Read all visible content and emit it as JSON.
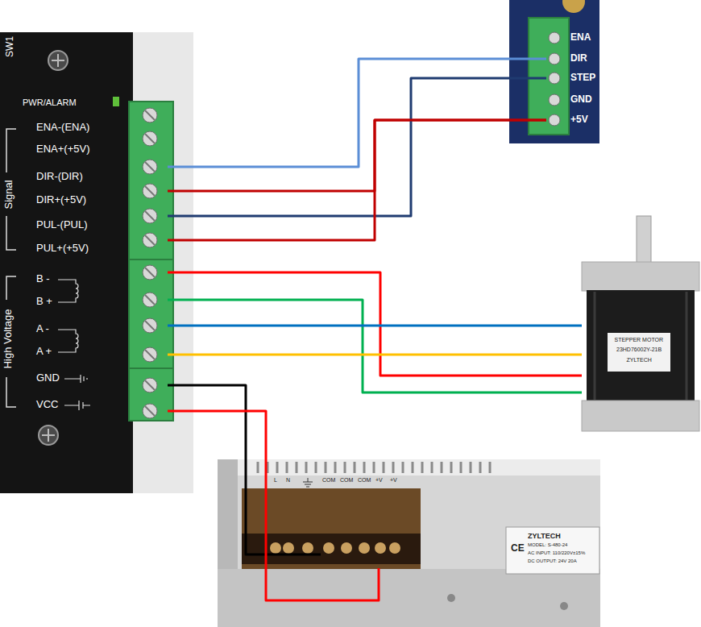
{
  "diagram": {
    "nodes": [
      {
        "text": [
          "SW1",
          "PWR/ALARM",
          "Signal",
          "High Voltage"
        ]
      },
      {
        "text": [
          "ENA-(ENA)"
        ],
        "in": 0
      },
      {
        "text": [
          "ENA+(+5V)"
        ],
        "in": 0
      },
      {
        "text": [
          "DIR-(DIR)"
        ],
        "in": 0
      },
      {
        "text": [
          "DIR+(+5V)"
        ],
        "in": 0
      },
      {
        "text": [
          "PUL-(PUL)"
        ],
        "in": 0
      },
      {
        "text": [
          "PUL+(+5V)"
        ],
        "in": 0
      },
      {
        "text": [
          "B -"
        ],
        "in": 0
      },
      {
        "text": [
          "B +"
        ],
        "in": 0
      },
      {
        "text": [
          "A -"
        ],
        "in": 0
      },
      {
        "text": [
          "A +"
        ],
        "in": 0
      },
      {
        "text": [
          "GND"
        ],
        "in": 0
      },
      {
        "text": [
          "VCC"
        ],
        "in": 0
      },
      {
        "text": [
          "ENA"
        ]
      },
      {
        "text": [
          "DIR"
        ]
      },
      {
        "text": [
          "STEP"
        ]
      },
      {
        "text": [
          "GND"
        ]
      },
      {
        "text": [
          "+5V"
        ]
      },
      {
        "text": [
          "STEPPER MOTOR",
          "23HD76002Y-21B",
          "ZYLTECH"
        ]
      },
      {
        "text": [
          "ZYLTECH",
          "MODEL: S-480-24",
          "AC INPUT: 110/220V±15%",
          "DC OUTPUT: 24V 20A",
          "CE"
        ]
      },
      {
        "text": [
          "L"
        ],
        "in": 19
      },
      {
        "text": [
          "N"
        ],
        "in": 19
      },
      {
        "text": [
          "COM"
        ],
        "in": 19
      },
      {
        "text": [
          "COM"
        ],
        "in": 19
      },
      {
        "text": [
          "COM"
        ],
        "in": 19
      },
      {
        "text": [
          "+V"
        ],
        "in": 19
      },
      {
        "text": [
          "+V"
        ],
        "in": 19
      }
    ],
    "edges": [
      {
        "from": 3,
        "to": 14,
        "arrow": "none"
      },
      {
        "from": 4,
        "to": 17,
        "arrow": "none"
      },
      {
        "from": 5,
        "to": 15,
        "arrow": "none"
      },
      {
        "from": 6,
        "to": 17,
        "arrow": "none"
      },
      {
        "from": 7,
        "to": 18,
        "arrow": "none"
      },
      {
        "from": 8,
        "to": 18,
        "arrow": "none"
      },
      {
        "from": 9,
        "to": 18,
        "arrow": "none"
      },
      {
        "from": 10,
        "to": 18,
        "arrow": "none"
      },
      {
        "from": 11,
        "to": 22,
        "arrow": "none"
      },
      {
        "from": 12,
        "to": 25,
        "arrow": "none"
      }
    ]
  }
}
